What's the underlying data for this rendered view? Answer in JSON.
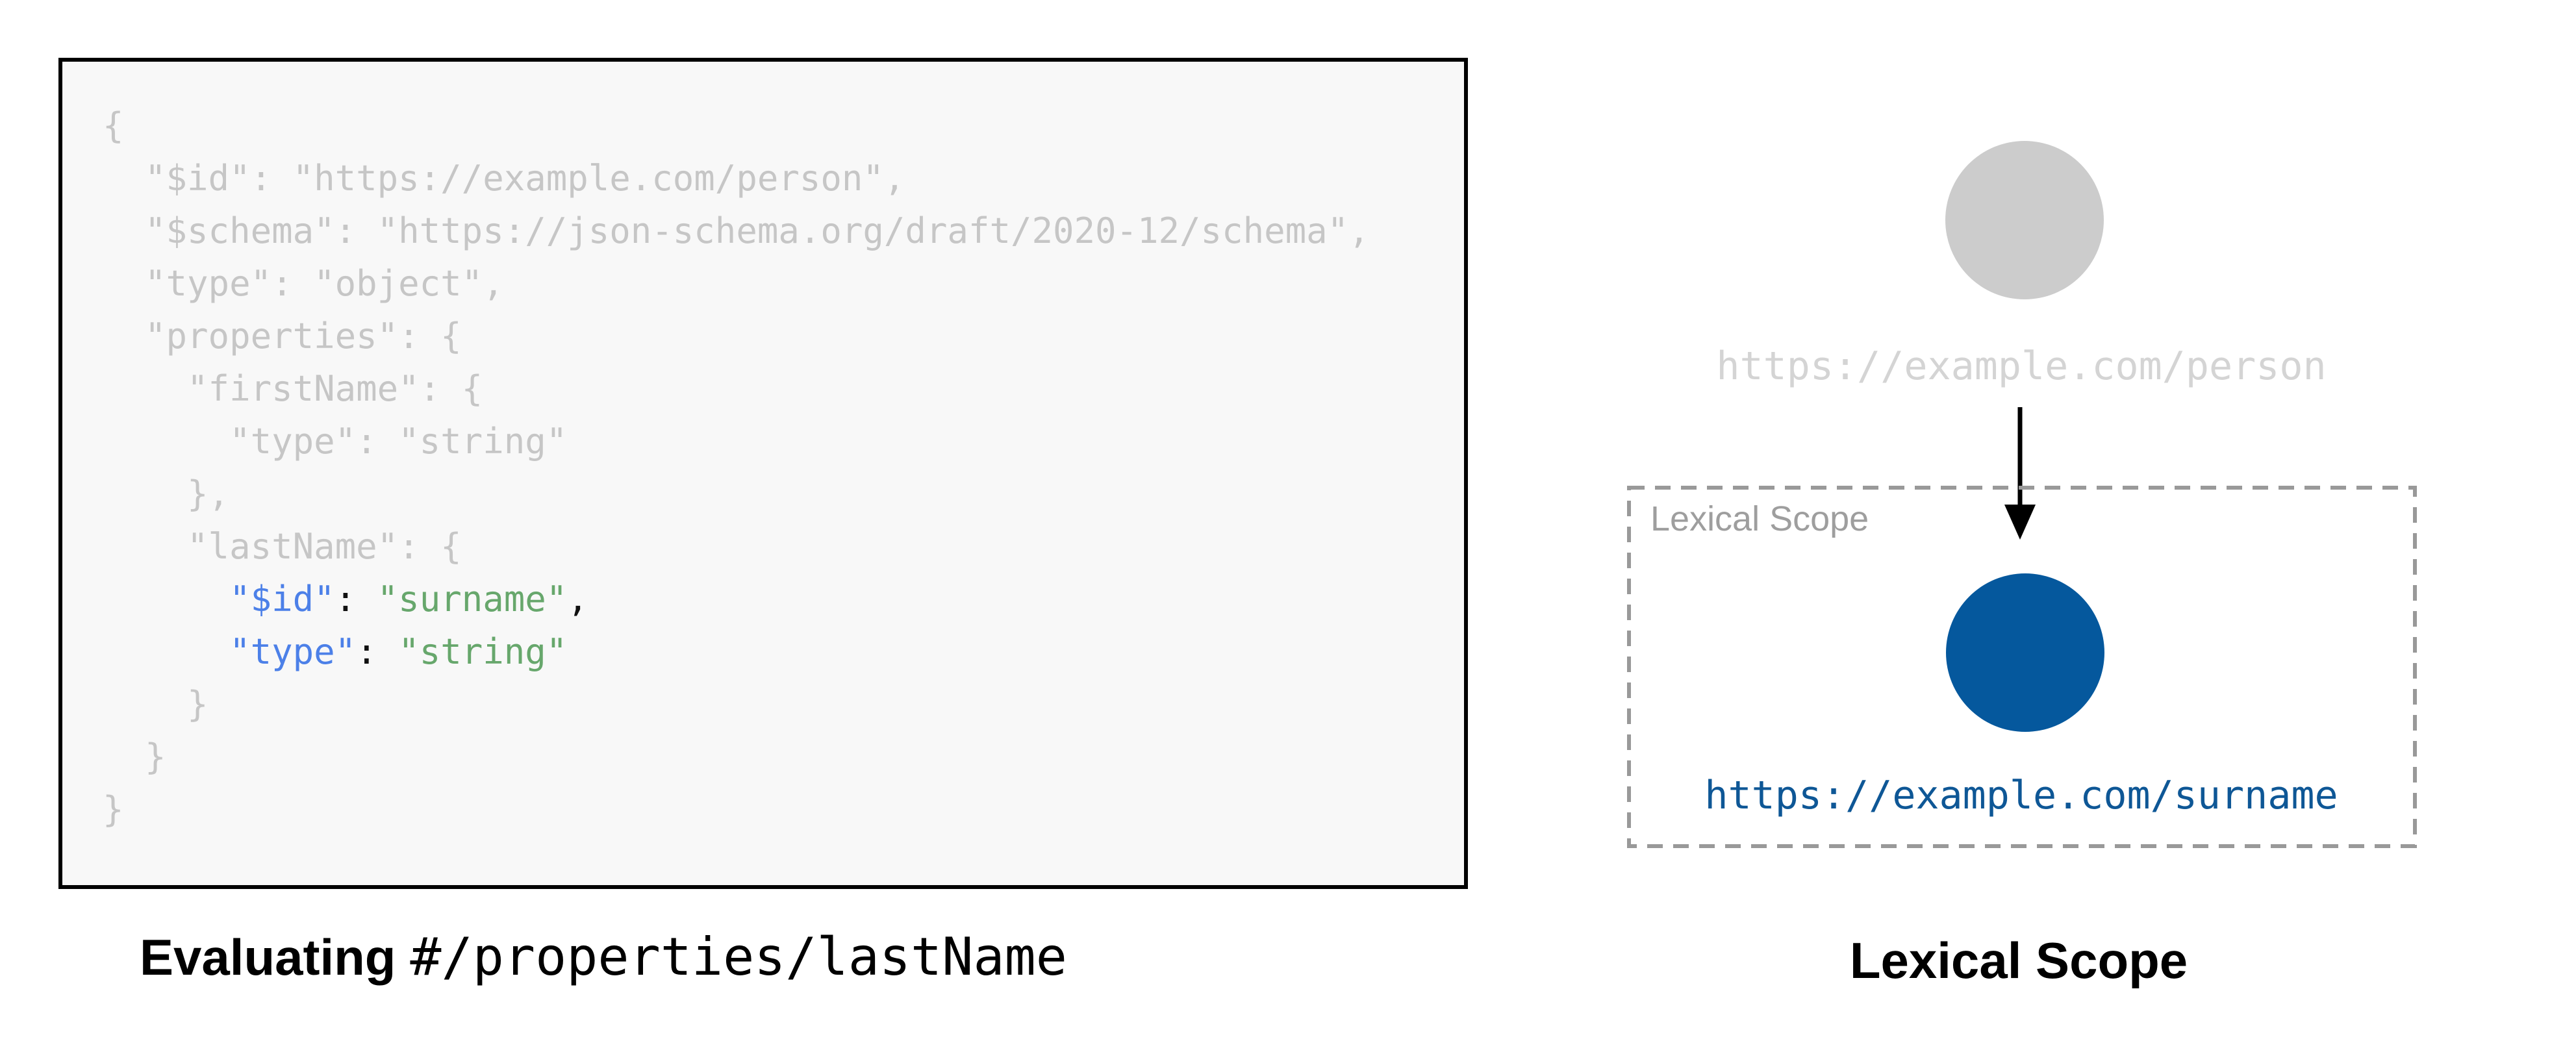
{
  "page": {
    "background": "#ffffff"
  },
  "schema_panel": {
    "caption_bold": "Evaluating",
    "caption_path": "#/properties/lastName",
    "colors": {
      "box_bg": "#f8f8f8",
      "box_border": "#000000",
      "muted": "#c6c6c6",
      "key": "#4c80e8",
      "str": "#67a76c",
      "punct": "#111111"
    },
    "code_lines": [
      [
        {
          "t": "{",
          "c": "muted"
        }
      ],
      [
        {
          "t": "  \"$id\": \"https://example.com/person\",",
          "c": "muted"
        }
      ],
      [
        {
          "t": "  \"$schema\": \"https://json-schema.org/draft/2020-12/schema\",",
          "c": "muted"
        }
      ],
      [
        {
          "t": "  \"type\": \"object\",",
          "c": "muted"
        }
      ],
      [
        {
          "t": "  \"properties\": {",
          "c": "muted"
        }
      ],
      [
        {
          "t": "    \"firstName\": {",
          "c": "muted"
        }
      ],
      [
        {
          "t": "      \"type\": \"string\"",
          "c": "muted"
        }
      ],
      [
        {
          "t": "    },",
          "c": "muted"
        }
      ],
      [
        {
          "t": "    \"lastName\": {",
          "c": "muted"
        }
      ],
      [
        {
          "t": "      ",
          "c": "muted"
        },
        {
          "t": "\"$id\"",
          "c": "key"
        },
        {
          "t": ": ",
          "c": "punct"
        },
        {
          "t": "\"surname\"",
          "c": "str"
        },
        {
          "t": ",",
          "c": "punct"
        }
      ],
      [
        {
          "t": "      ",
          "c": "muted"
        },
        {
          "t": "\"type\"",
          "c": "key"
        },
        {
          "t": ": ",
          "c": "punct"
        },
        {
          "t": "\"string\"",
          "c": "str"
        }
      ],
      [
        {
          "t": "    }",
          "c": "muted"
        }
      ],
      [
        {
          "t": "  }",
          "c": "muted"
        }
      ],
      [
        {
          "t": "}",
          "c": "muted"
        }
      ]
    ]
  },
  "scope_diagram": {
    "parent_label": "https://example.com/person",
    "child_label": "https://example.com/surname",
    "scope_box_title": "Lexical Scope",
    "caption": "Lexical Scope",
    "colors": {
      "parent_circle": "#cccccc",
      "parent_label": "#d4d4d4",
      "arrow": "#000000",
      "dash_border": "#999999",
      "scope_title": "#9e9e9e",
      "child_circle": "#05589d",
      "child_label": "#0e5796"
    }
  }
}
